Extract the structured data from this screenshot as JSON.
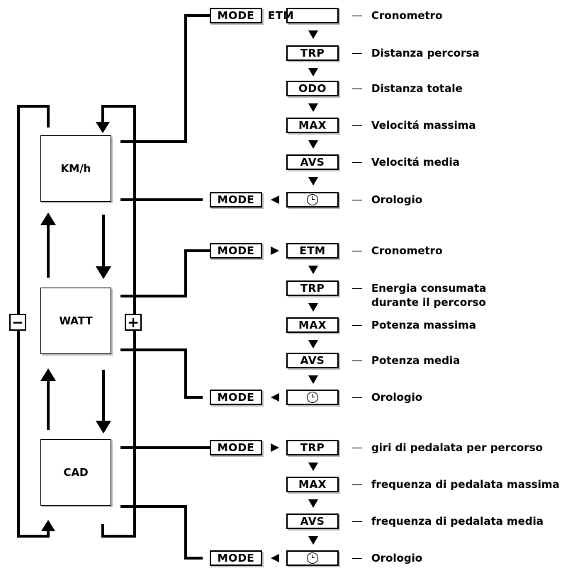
{
  "modes": [
    {
      "id": "kmh",
      "label": "KM/h"
    },
    {
      "id": "watt",
      "label": "WATT"
    },
    {
      "id": "cad",
      "label": "CAD"
    }
  ],
  "controls": {
    "minus": "−",
    "plus": "+"
  },
  "mode_label": "MODE",
  "groups": [
    {
      "items": [
        {
          "screen": "ETM",
          "desc": "Cronometro"
        },
        {
          "screen": "TRP",
          "desc": "Distanza percorsa"
        },
        {
          "screen": "ODO",
          "desc": "Distanza totale"
        },
        {
          "screen": "MAX",
          "desc": "Velocitá massima"
        },
        {
          "screen": "AVS",
          "desc": "Velocitá media"
        },
        {
          "screen": "",
          "icon": "clock-icon",
          "desc": "Orologio"
        }
      ]
    },
    {
      "items": [
        {
          "screen": "ETM",
          "desc": "Cronometro"
        },
        {
          "screen": "TRP",
          "desc": "Energia consumata",
          "desc2": "durante il percorso"
        },
        {
          "screen": "MAX",
          "desc": "Potenza massima"
        },
        {
          "screen": "AVS",
          "desc": "Potenza media"
        },
        {
          "screen": "",
          "icon": "clock-icon",
          "desc": "Orologio"
        }
      ]
    },
    {
      "items": [
        {
          "screen": "TRP",
          "desc": "giri di pedalata per percorso"
        },
        {
          "screen": "MAX",
          "desc": "frequenza di pedalata massima"
        },
        {
          "screen": "AVS",
          "desc": "frequenza di pedalata media"
        },
        {
          "screen": "",
          "icon": "clock-icon",
          "desc": "Orologio"
        }
      ]
    }
  ]
}
